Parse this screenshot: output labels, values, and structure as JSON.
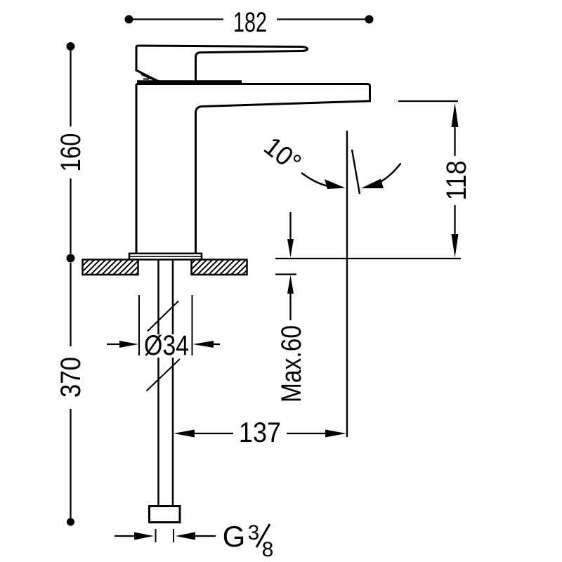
{
  "diagram": {
    "kind": "technical-drawing",
    "subject": "single-lever basin mixer tap, side view with installation dimensions",
    "units": "mm",
    "colors": {
      "line": "#000000",
      "background": "#ffffff"
    },
    "dimensions": {
      "overall_length": "182",
      "height_above_deck": "160",
      "length_below_deck": "370",
      "spout_height": "118",
      "spout_angle": "10°",
      "max_deck_thickness": "Max.60",
      "body_diameter": "Ø34",
      "spout_reach": "137",
      "thread_letter": "G",
      "thread_numerator": "3",
      "thread_denominator": "8"
    }
  }
}
